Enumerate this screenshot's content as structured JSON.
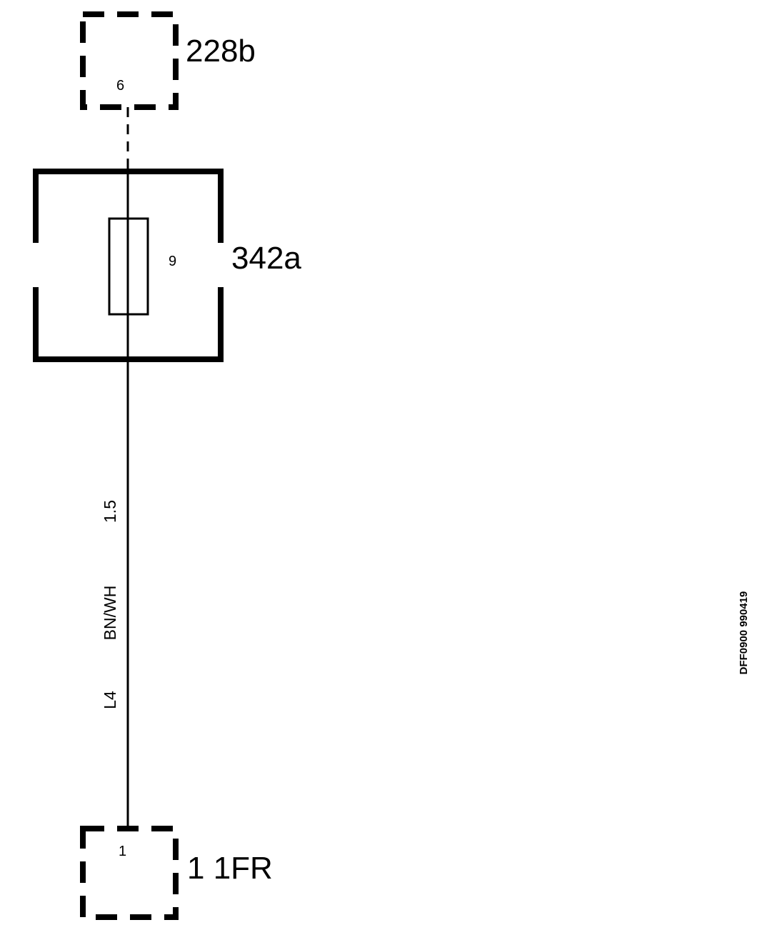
{
  "components": {
    "top_connector": {
      "label": "228b",
      "pin": "6"
    },
    "fuse_box": {
      "label": "342a",
      "fuse_number": "9"
    },
    "bottom_connector": {
      "label": "1 1FR",
      "pin": "1"
    }
  },
  "wire": {
    "size": "1.5",
    "color_code": "BN/WH",
    "circuit": "L4"
  },
  "reference_code": "DFF0900 990419",
  "colors": {
    "ink": "#000000",
    "background": "#ffffff"
  }
}
